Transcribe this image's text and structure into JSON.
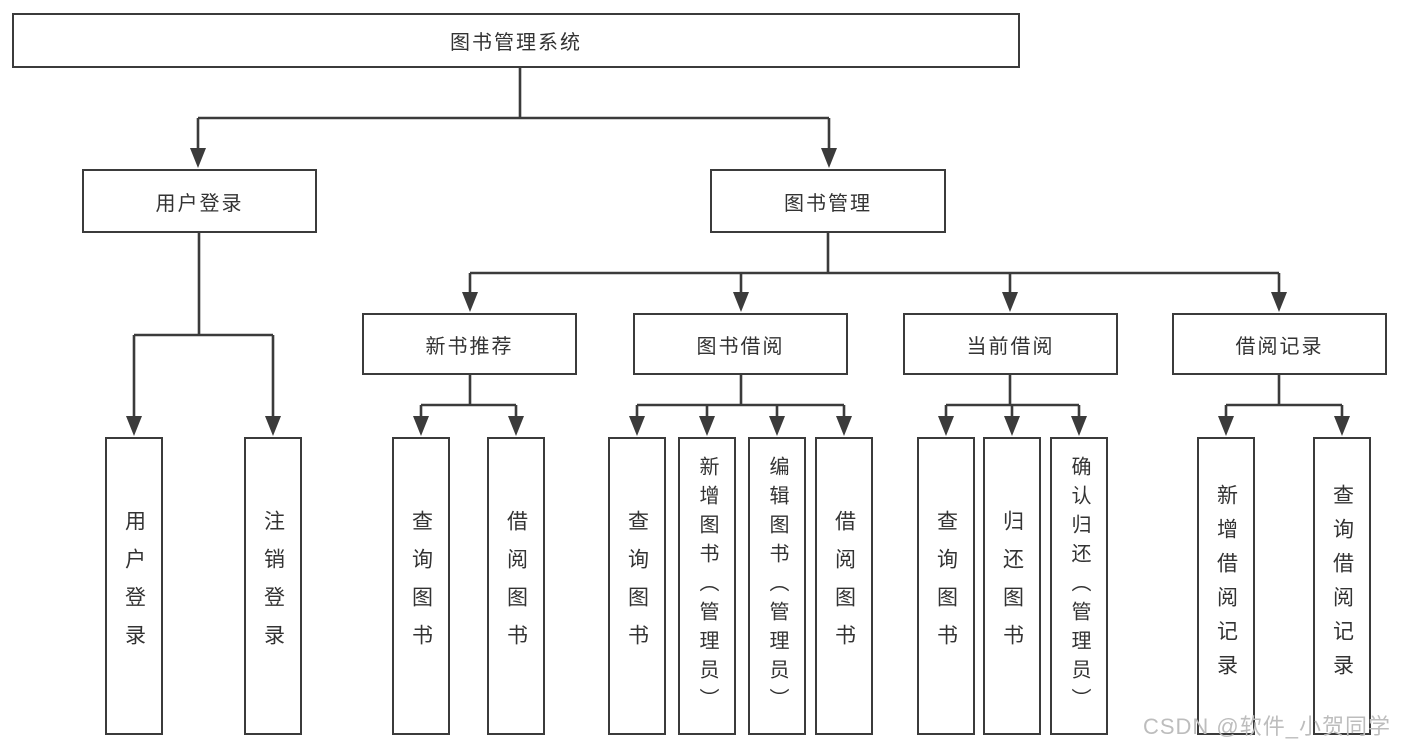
{
  "colors": {
    "line": "#3b3b3b",
    "text": "#333333",
    "watermark": "#bdbdbd",
    "background": "#ffffff",
    "box_fill": "#ffffff"
  },
  "tree": {
    "root": "图书管理系统",
    "level2": {
      "user_login": "用户登录",
      "book_management": "图书管理"
    },
    "level3": {
      "new_book_recommend": "新书推荐",
      "book_borrow": "图书借阅",
      "current_borrow": "当前借阅",
      "borrow_records": "借阅记录"
    },
    "leaves": {
      "user_login": [
        "用户登录",
        "注销登录"
      ],
      "new_book_recommend": [
        "查询图书",
        "借阅图书"
      ],
      "book_borrow": [
        "查询图书",
        "新增图书（管理员）",
        "编辑图书（管理员）",
        "借阅图书"
      ],
      "current_borrow": [
        "查询图书",
        "归还图书",
        "确认归还（管理员）"
      ],
      "borrow_records": [
        "新增借阅记录",
        "查询借阅记录"
      ]
    }
  },
  "watermark": "CSDN @软件_小贺同学"
}
